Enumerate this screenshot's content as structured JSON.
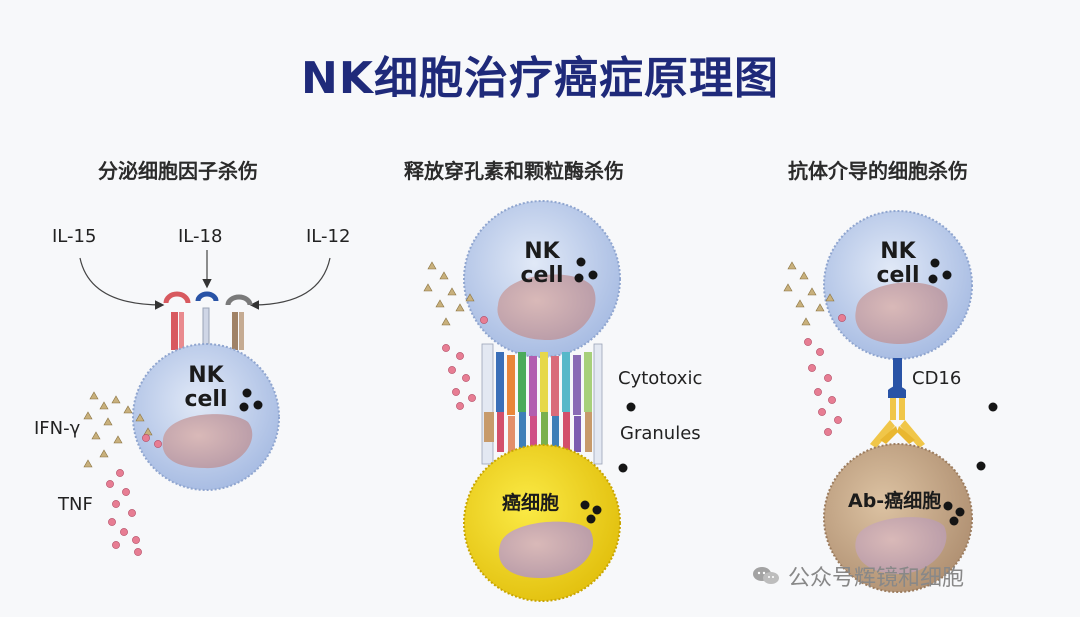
{
  "title": "NK细胞治疗癌症原理图",
  "panels": [
    {
      "subtitle": "分泌细胞因子杀伤",
      "cytokines": [
        "IL-15",
        "IL-18",
        "IL-12"
      ],
      "cell_label_top": "NK",
      "cell_label_bottom": "cell",
      "outputs": [
        "IFN-γ",
        "TNF"
      ]
    },
    {
      "subtitle": "释放穿孔素和颗粒酶杀伤",
      "cell_label_top": "NK",
      "cell_label_bottom": "cell",
      "granule_label_1": "Cytotoxic",
      "granule_label_2": "Granules",
      "target_label": "癌细胞"
    },
    {
      "subtitle": "抗体介导的细胞杀伤",
      "cell_label_top": "NK",
      "cell_label_bottom": "cell",
      "receptor_label": "CD16",
      "target_label": "Ab-癌细胞"
    }
  ],
  "watermark": "公众号辉镜和细胞",
  "colors": {
    "title": "#1f2a7a",
    "nk_cell": "#c9d7ef",
    "nucleus": "#c7a7a8",
    "target_yellow": "#f2d30a",
    "target_tan": "#c9a985",
    "cytokine_pink": "#e77d93",
    "cytokine_tan": "#c8b07c"
  }
}
